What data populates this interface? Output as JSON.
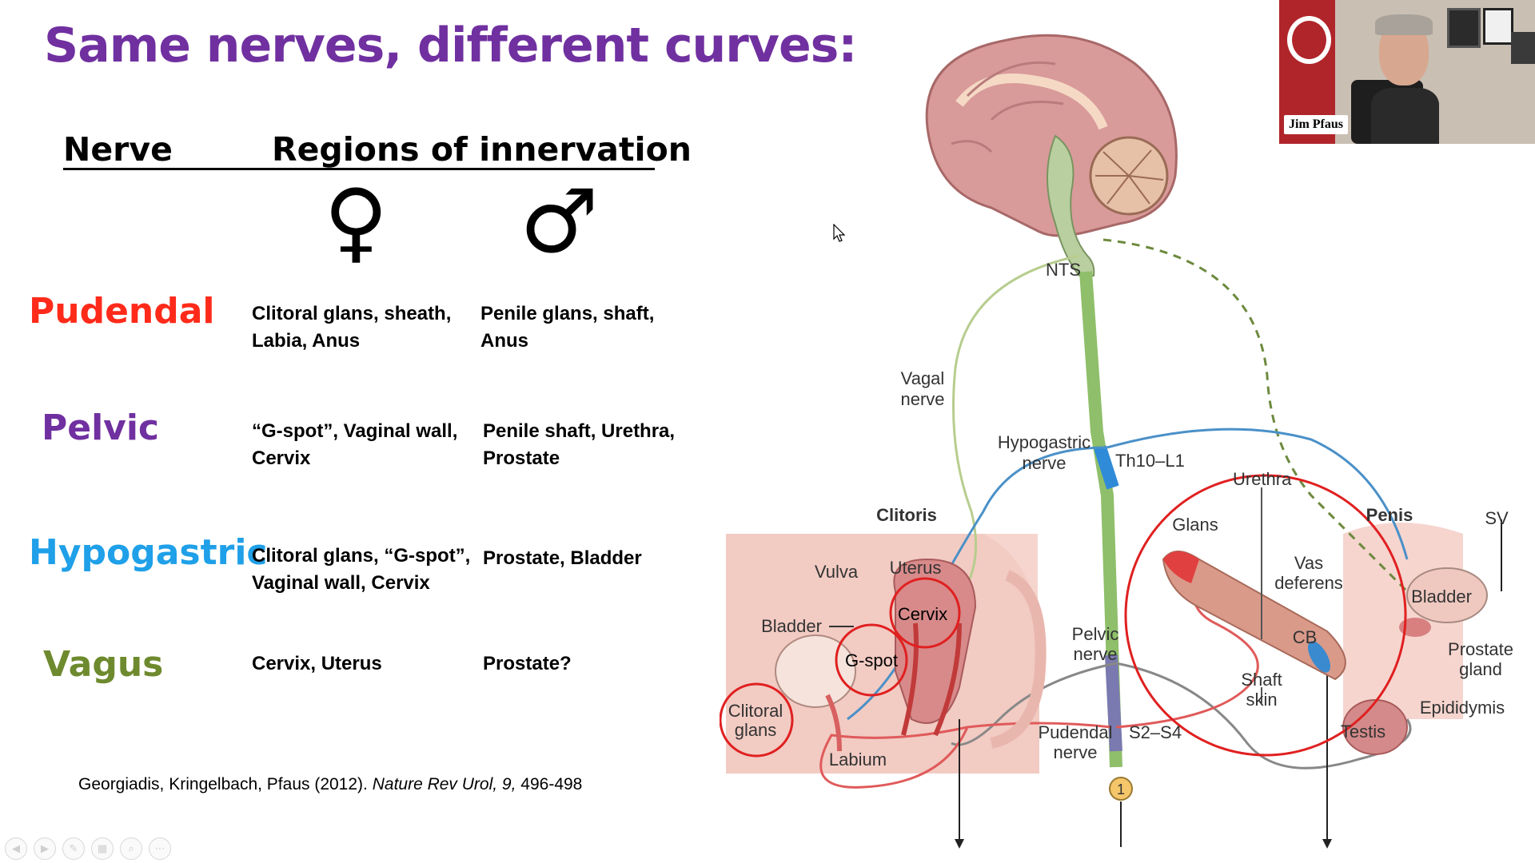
{
  "slide": {
    "title": "Same nerves, different curves:",
    "header": {
      "nerve": "Nerve",
      "regions": "Regions of innervation"
    },
    "symbols": {
      "female": "♀",
      "male": "♂"
    },
    "rows": [
      {
        "nerve": "Pudendal",
        "color": "#ff2a1a",
        "female": "Clitoral glans, sheath,\nLabia, Anus",
        "male": "Penile glans, shaft,\nAnus"
      },
      {
        "nerve": "Pelvic",
        "color": "#7030a0",
        "female": "“G-spot”, Vaginal wall,\nCervix",
        "male": "Penile shaft, Urethra,\nProstate"
      },
      {
        "nerve": "Hypogastric",
        "color": "#1fa0e8",
        "female": "Clitoral glans, “G-spot”,\nVaginal wall, Cervix",
        "male": "Prostate, Bladder"
      },
      {
        "nerve": "Vagus",
        "color": "#6e8a2e",
        "female": "Cervix, Uterus",
        "male": "Prostate?"
      }
    ],
    "citation": {
      "authors": "Georgiadis, Kringelbach, Pfaus (2012). ",
      "journal": "Nature Rev Urol, 9,",
      "pages": " 496-498"
    }
  },
  "diagram": {
    "labels": {
      "nts": "NTS",
      "vagal1": "Vagal",
      "vagal2": "nerve",
      "hypo1": "Hypogastric",
      "hypo2": "nerve",
      "th": "Th10–L1",
      "urethra": "Urethra",
      "clitoris": "Clitoris",
      "penis": "Penis",
      "sv": "SV",
      "glans": "Glans",
      "vas1": "Vas",
      "vas2": "deferens",
      "bladder_r": "Bladder",
      "vulva": "Vulva",
      "uterus": "Uterus",
      "cervix": "Cervix",
      "bladder_l": "Bladder",
      "gspot": "G-spot",
      "pelvic1": "Pelvic",
      "pelvic2": "nerve",
      "cb": "CB",
      "prostate1": "Prostate",
      "prostate2": "gland",
      "shaft1": "Shaft",
      "shaft2": "skin",
      "clit1": "Clitoral",
      "clit2": "glans",
      "epididymis": "Epididymis",
      "pudendal1": "Pudendal",
      "pudendal2": "nerve",
      "s2": "S2–S4",
      "testis": "Testis",
      "labium": "Labium",
      "marker": "1"
    }
  },
  "webcam": {
    "name": "Jim Pfaus"
  },
  "toolbar": {
    "buttons": [
      {
        "icon": "prev-icon",
        "glyph": "◀"
      },
      {
        "icon": "next-icon",
        "glyph": "▶"
      },
      {
        "icon": "pen-icon",
        "glyph": "✎"
      },
      {
        "icon": "slides-icon",
        "glyph": "▦"
      },
      {
        "icon": "zoom-icon",
        "glyph": "⌕"
      },
      {
        "icon": "more-icon",
        "glyph": "⋯"
      }
    ]
  }
}
